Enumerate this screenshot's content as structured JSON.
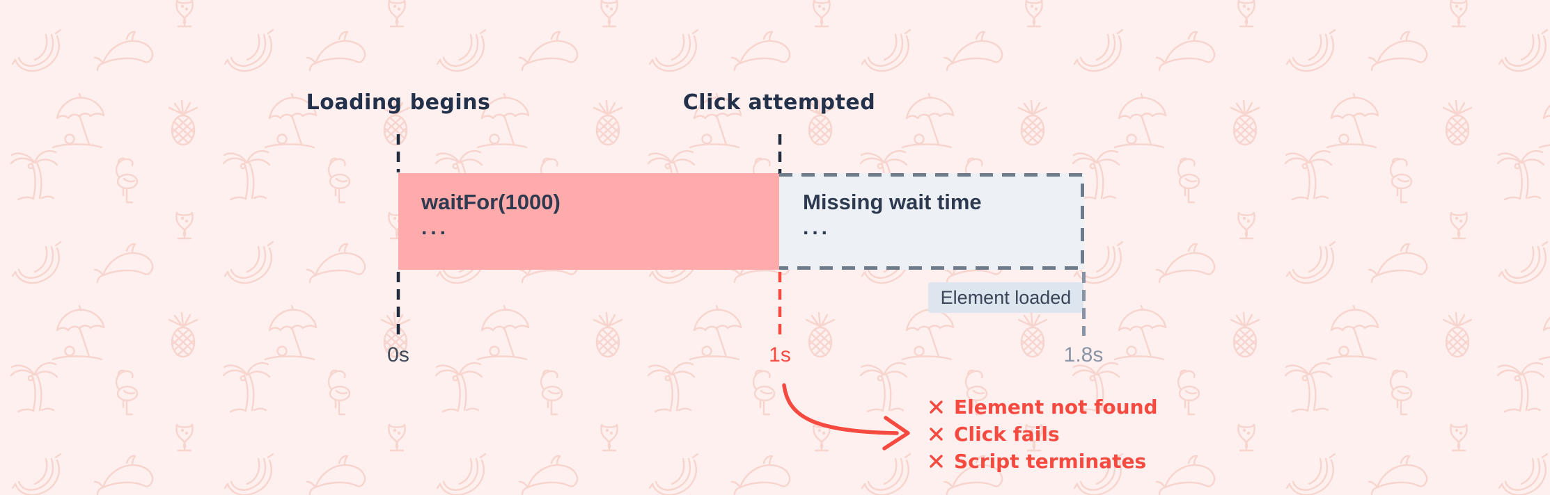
{
  "diagram": {
    "annotations": {
      "loading_begins": "Loading begins",
      "click_attempted": "Click attempted"
    },
    "wait_bar": {
      "label": "waitFor(1000)",
      "ellipsis": "..."
    },
    "missing_box": {
      "label": "Missing wait time",
      "ellipsis": "..."
    },
    "badge": {
      "label": "Element loaded"
    },
    "ticks": [
      {
        "id": "start",
        "label": "0s"
      },
      {
        "id": "click",
        "label": "1s"
      },
      {
        "id": "loaded",
        "label": "1.8s"
      }
    ],
    "failures": [
      {
        "text": "Element not found"
      },
      {
        "text": "Click fails"
      },
      {
        "text": "Script terminates"
      }
    ],
    "background_pattern_icons": [
      "cocktail-icon",
      "banana-icon",
      "dolphin-icon",
      "beach-umbrella-icon",
      "pineapple-icon",
      "palm-tree-icon",
      "flamingo-icon"
    ],
    "colors": {
      "background": "#fdf0ee",
      "pattern_icon": "#f7cfc9",
      "wait_bar_fill": "#ffabab",
      "missing_box_fill": "#edf1f6",
      "missing_box_border": "#6e7b8b",
      "dark_navy_text": "#2d3a50",
      "marker_line_dark": "#212d3f",
      "failure_red": "#f6493f",
      "tick_gray": "#8894a6",
      "badge_fill": "#dde5ef"
    }
  }
}
